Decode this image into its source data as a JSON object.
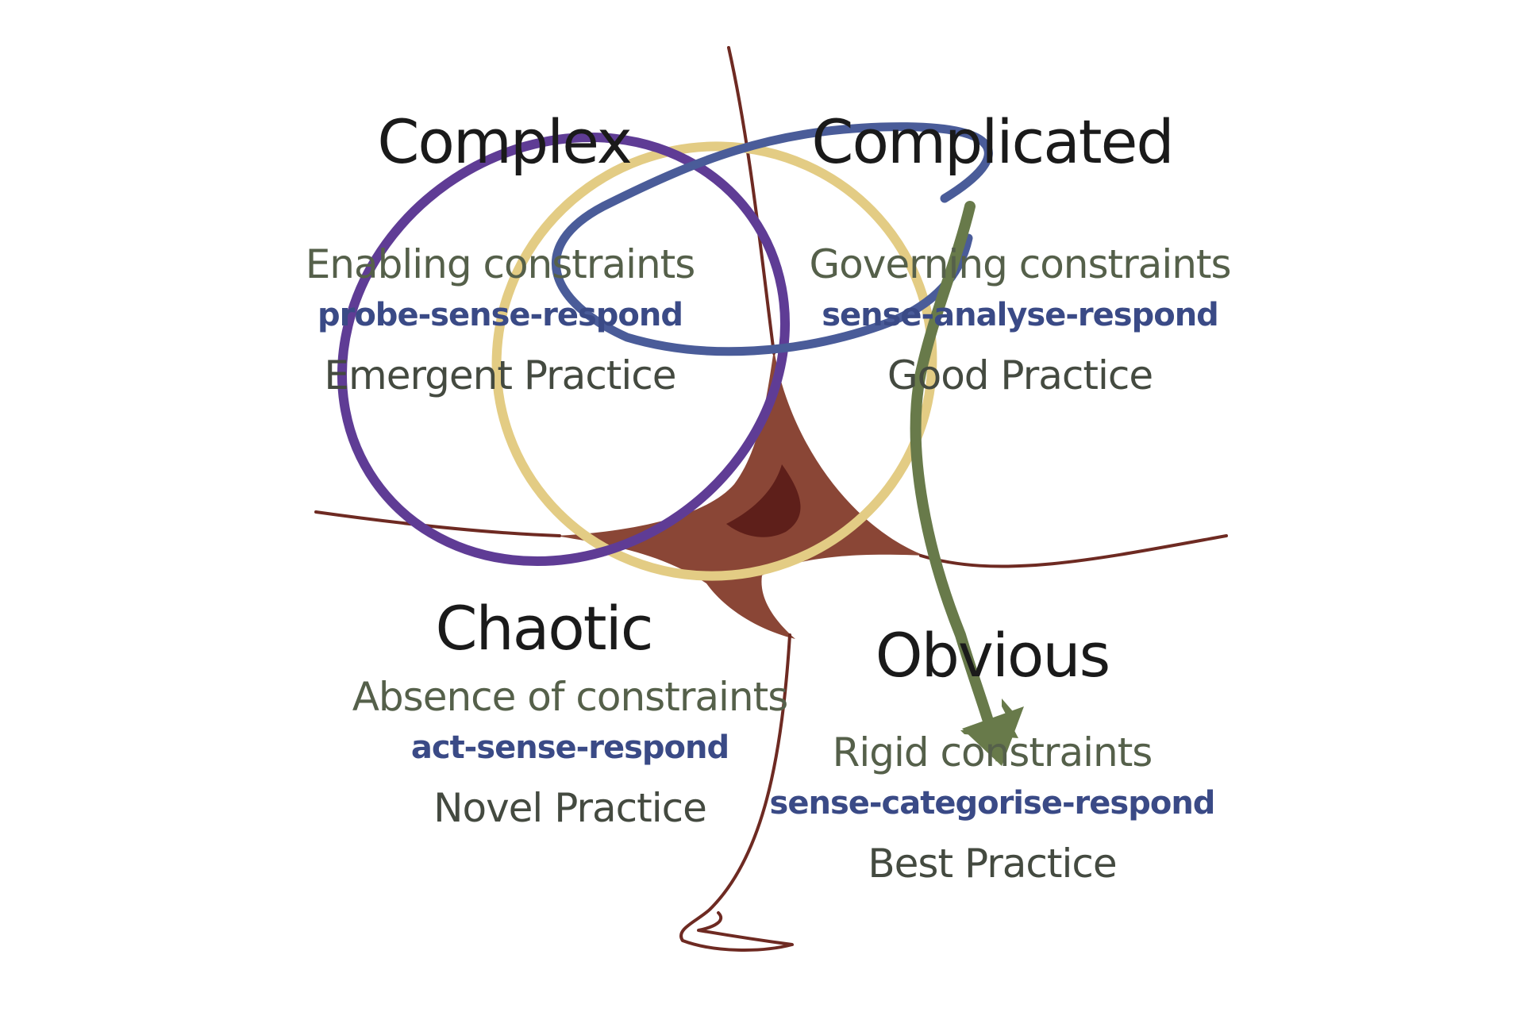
{
  "domains": {
    "complex": {
      "title": "Complex",
      "constraints": "Enabling constraints",
      "method": "probe-sense-respond",
      "practice": "Emergent Practice"
    },
    "complicated": {
      "title": "Complicated",
      "constraints": "Governing constraints",
      "method": "sense-analyse-respond",
      "practice": "Good Practice"
    },
    "chaotic": {
      "title": "Chaotic",
      "constraints": "Absence of constraints",
      "method": "act-sense-respond",
      "practice": "Novel Practice"
    },
    "obvious": {
      "title": "Obvious",
      "constraints": "Rigid constraints",
      "method": "sense-categorise-respond",
      "practice": "Best Practice"
    }
  },
  "colors": {
    "boundary": "#6e2a22",
    "center_fill": "#8a4636",
    "center_core": "#5e1f1a",
    "purple_loop": "#5f3c95",
    "yellow_loop": "#e3cc84",
    "blue_loop": "#4a5c99",
    "green_arrow": "#687a4a"
  }
}
